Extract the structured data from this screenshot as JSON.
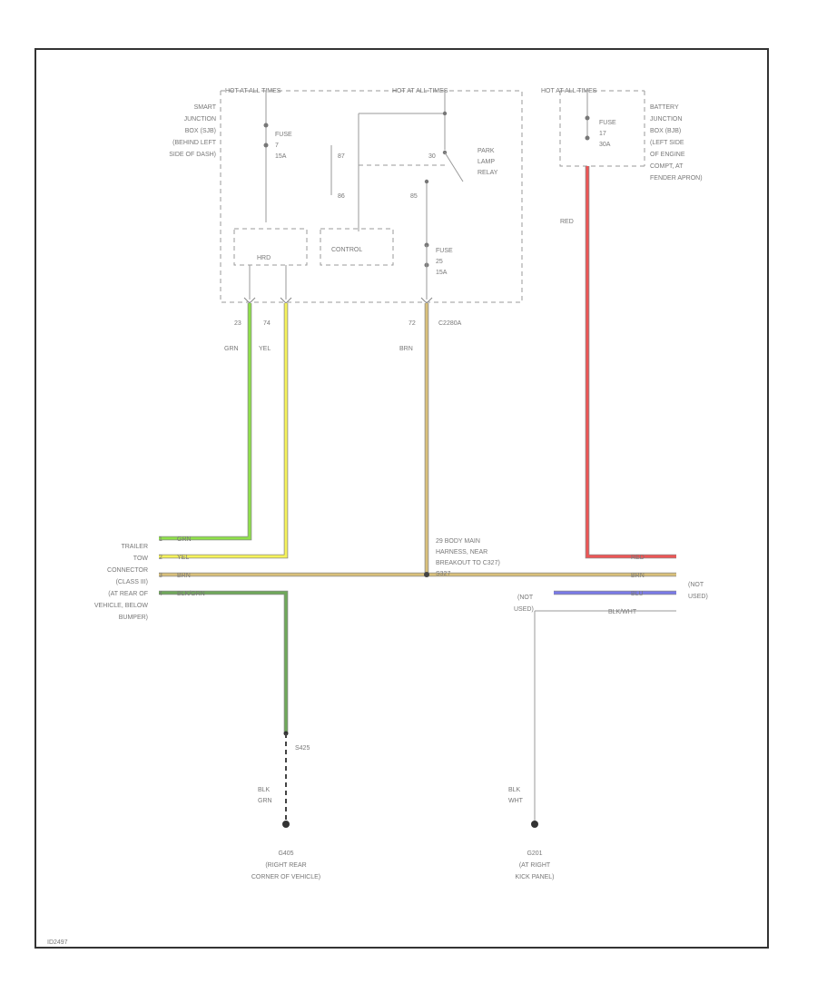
{
  "colors": {
    "grn": "#8fe04a",
    "yel": "#f5f25a",
    "brn": "#d9c07a",
    "red": "#ee5555",
    "blu": "#7a7ae8",
    "blk_grn": "#6fa85a",
    "blk_wht": "#bdbdbd",
    "line": "#9a9a9a"
  },
  "sjb": {
    "hot_left": "HOT AT ALL TIMES",
    "hot_right": "HOT AT ALL TIMES",
    "name": [
      "SMART",
      "JUNCTION",
      "BOX (SJB)",
      "(BEHIND LEFT",
      "SIDE OF DASH)"
    ],
    "fuse7": [
      "FUSE",
      "7",
      "15A"
    ],
    "relay_pins": [
      "87",
      "86",
      "30",
      "85"
    ],
    "relay_name": [
      "PARK",
      "LAMP",
      "RELAY"
    ],
    "hrd": "HRD",
    "control": "CONTROL",
    "fuse25": [
      "FUSE",
      "25",
      "15A"
    ]
  },
  "bjb": {
    "hot": "HOT AT ALL TIMES",
    "fuse": [
      "FUSE",
      "17",
      "30A"
    ],
    "name": [
      "BATTERY",
      "JUNCTION",
      "BOX (BJB)",
      "(LEFT SIDE",
      "OF ENGINE",
      "COMPT, AT",
      "FENDER APRON)"
    ]
  },
  "pins": {
    "p23": "23",
    "p74": "74",
    "p72": "72",
    "c2280a": "C2280A"
  },
  "wire_labels": {
    "grn": "GRN",
    "yel": "YEL",
    "brn": "BRN",
    "red": "RED",
    "blk_grn": "BLK/GRN",
    "blk_wht": "BLK/WHT",
    "blu": "BLU",
    "wht": "WHT",
    "grn2": "GRN"
  },
  "connector": {
    "name": [
      "TRAILER",
      "TOW",
      "CONNECTOR",
      "(CLASS III)",
      "(AT REAR OF",
      "VEHICLE, BELOW",
      "BUMPER)"
    ],
    "pins": [
      "1",
      "2",
      "3",
      "4"
    ]
  },
  "splice": [
    "29 BODY MAIN",
    "HARNESS, NEAR",
    "BREAKOUT TO C327)",
    "S327"
  ],
  "not_used": [
    "(NOT",
    "USED)"
  ],
  "not_used2": [
    "(NOT",
    "USED)"
  ],
  "g405": [
    "S425",
    "BLK",
    "GRN",
    "G405",
    "(RIGHT REAR",
    "CORNER OF VEHICLE)"
  ],
  "g201": [
    "BLK",
    "WHT",
    "G201",
    "(AT RIGHT",
    "KICK PANEL)"
  ],
  "footer": "ID2497"
}
